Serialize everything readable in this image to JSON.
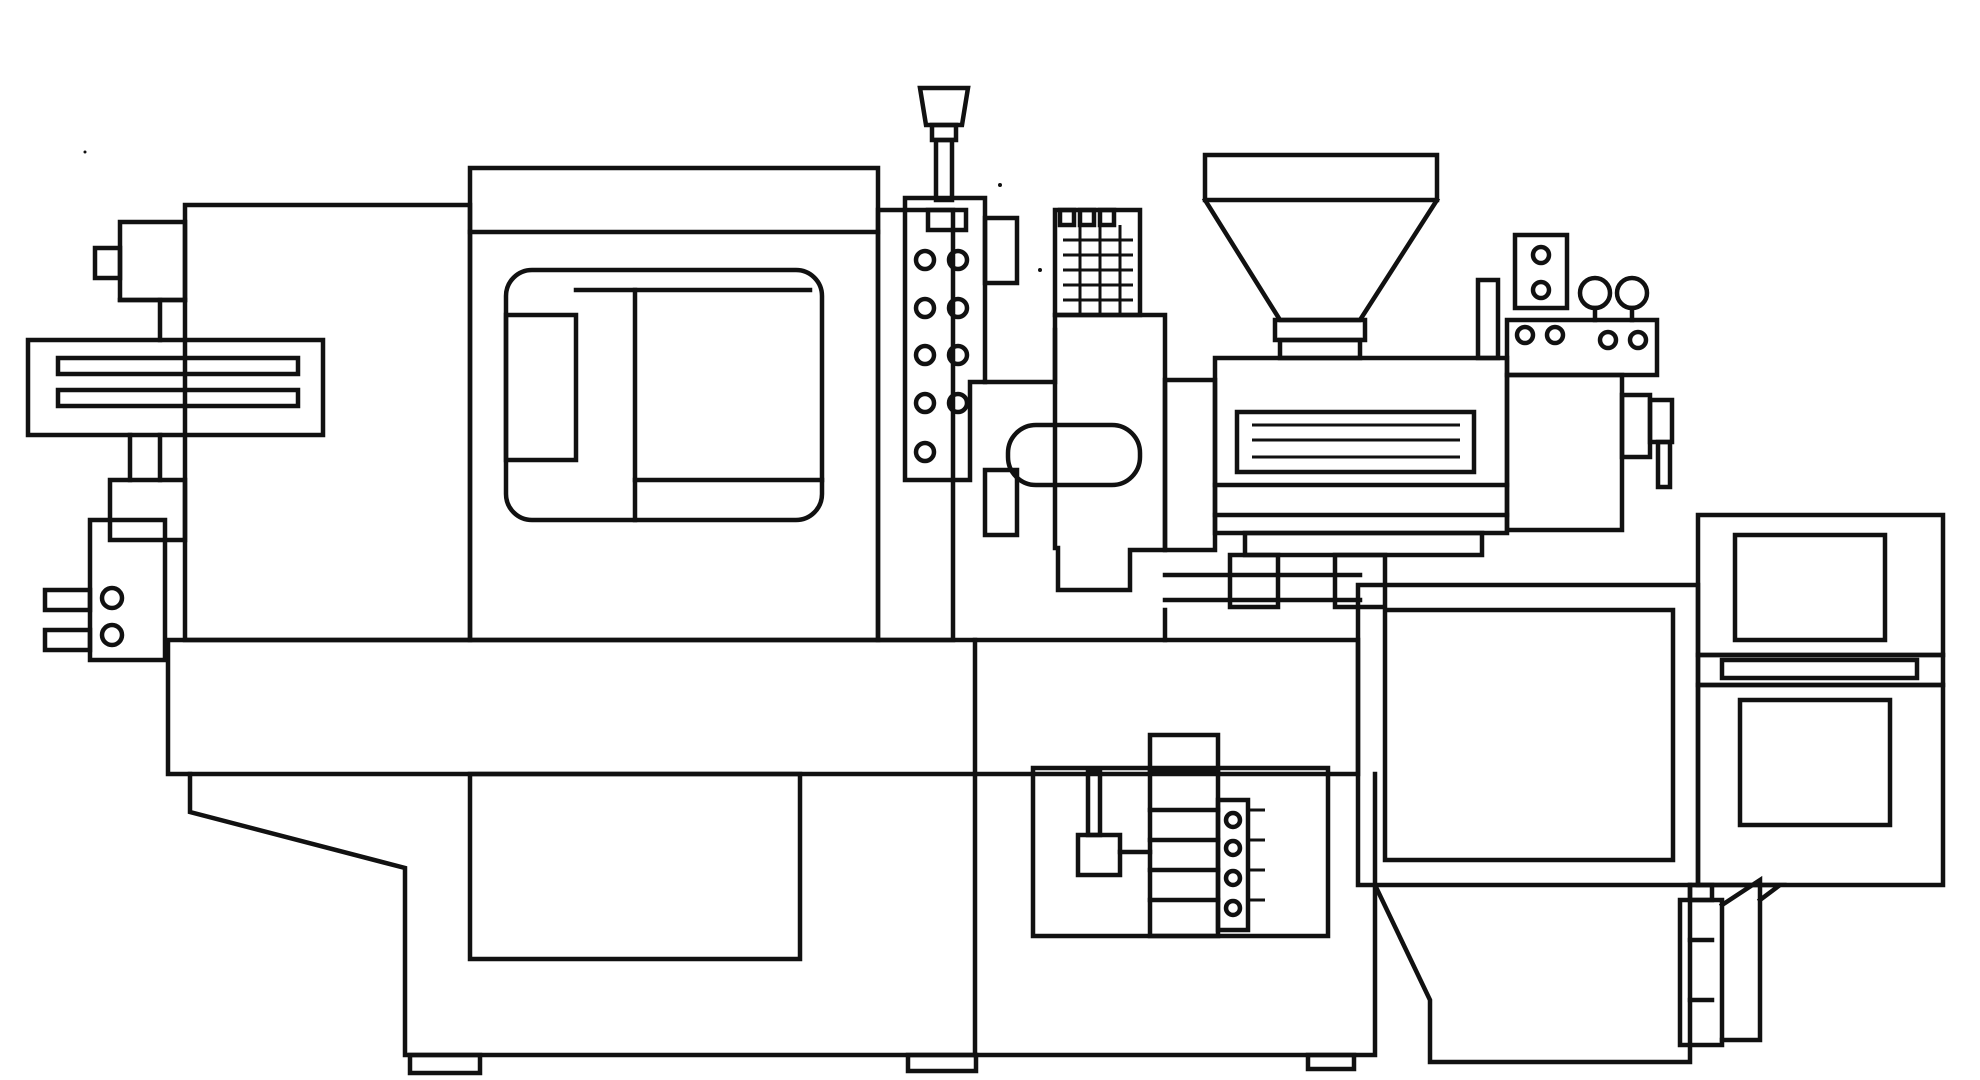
{
  "figure": {
    "subject": "injection-molding-machine",
    "colors": {
      "ink": "#111111",
      "paper": "#ffffff"
    },
    "parts": [
      "clamp-cylinder-assembly",
      "mold-clamping-unit",
      "safety-guard-window",
      "operator-control-pendant",
      "nozzle-heater-bands",
      "material-hopper",
      "injection-barrel",
      "injection-drive-motor",
      "pressure-gauges",
      "machine-bed",
      "hydraulic-valve-block",
      "electrical-control-cabinet",
      "display-panels"
    ]
  }
}
